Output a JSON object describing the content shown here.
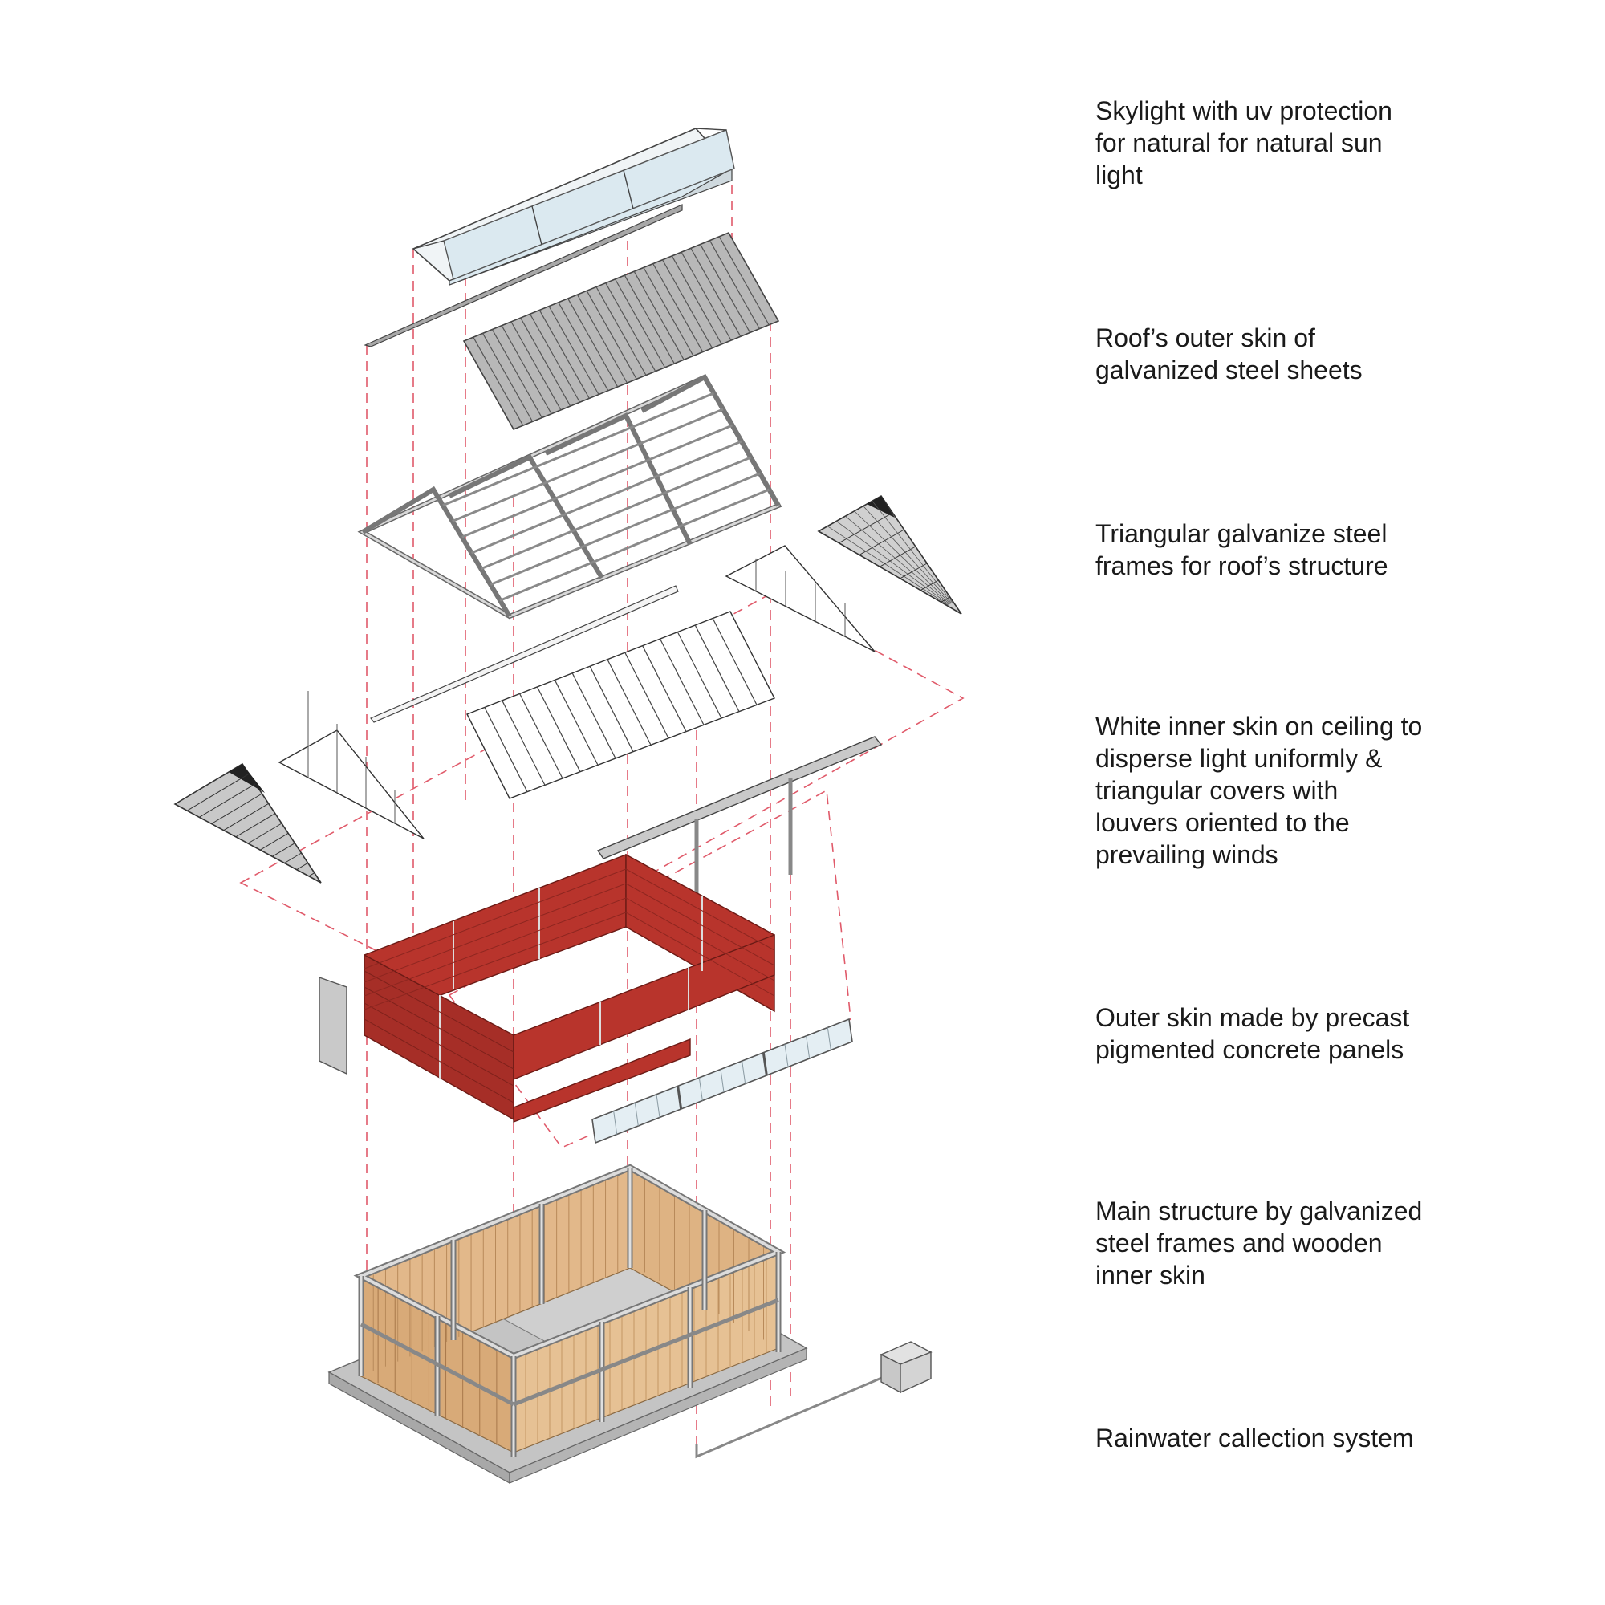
{
  "labels": {
    "skylight": [
      "Skylight with uv protection",
      "for natural for natural sun",
      "light"
    ],
    "roof_skin": [
      "Roof’s outer skin of",
      "galvanized steel sheets"
    ],
    "roof_frames": [
      "Triangular galvanize steel",
      "frames for roof’s structure"
    ],
    "inner_skin": [
      "White inner skin on ceiling to",
      "disperse light uniformly &",
      "triangular covers with",
      "louvers oriented to the",
      "prevailing winds"
    ],
    "outer_skin": [
      "Outer skin made by precast",
      "pigmented concrete panels"
    ],
    "main_structure": [
      "Main structure by galvanized",
      "steel frames and wooden",
      "inner skin"
    ],
    "rainwater": [
      "Rainwater  callection system"
    ]
  },
  "colors": {
    "skylight_glass": "#dbe9f0",
    "steel_sheet": "#b8b8b8",
    "steel_frame": "#c9c9c9",
    "concrete_panel": "#b8342c",
    "timber": "#e2b88a",
    "guide_line": "#e05a6a",
    "ink": "#1a1a1a"
  }
}
